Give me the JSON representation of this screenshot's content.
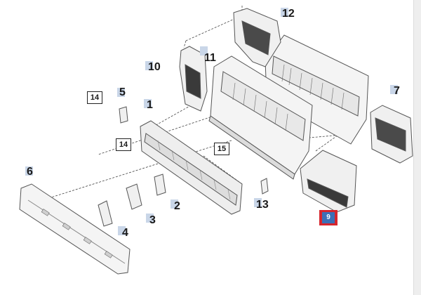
{
  "diagram": {
    "callouts": [
      {
        "id": "1",
        "label": "1"
      },
      {
        "id": "2",
        "label": "2"
      },
      {
        "id": "3",
        "label": "3"
      },
      {
        "id": "4",
        "label": "4"
      },
      {
        "id": "5",
        "label": "5"
      },
      {
        "id": "6",
        "label": "6"
      },
      {
        "id": "7",
        "label": "7"
      },
      {
        "id": "9",
        "label": "9"
      },
      {
        "id": "10",
        "label": "10"
      },
      {
        "id": "11",
        "label": "11"
      },
      {
        "id": "12",
        "label": "12"
      },
      {
        "id": "13",
        "label": "13"
      },
      {
        "id": "14a",
        "label": "14"
      },
      {
        "id": "14b",
        "label": "14"
      },
      {
        "id": "15",
        "label": "15"
      }
    ],
    "selected_part": "9",
    "colors": {
      "selected_outline": "#d6252d",
      "selected_fill": "#3b6fb6",
      "chip": "#c9d6e8",
      "part_fill": "#f4f4f4",
      "part_stroke": "#555555"
    }
  }
}
